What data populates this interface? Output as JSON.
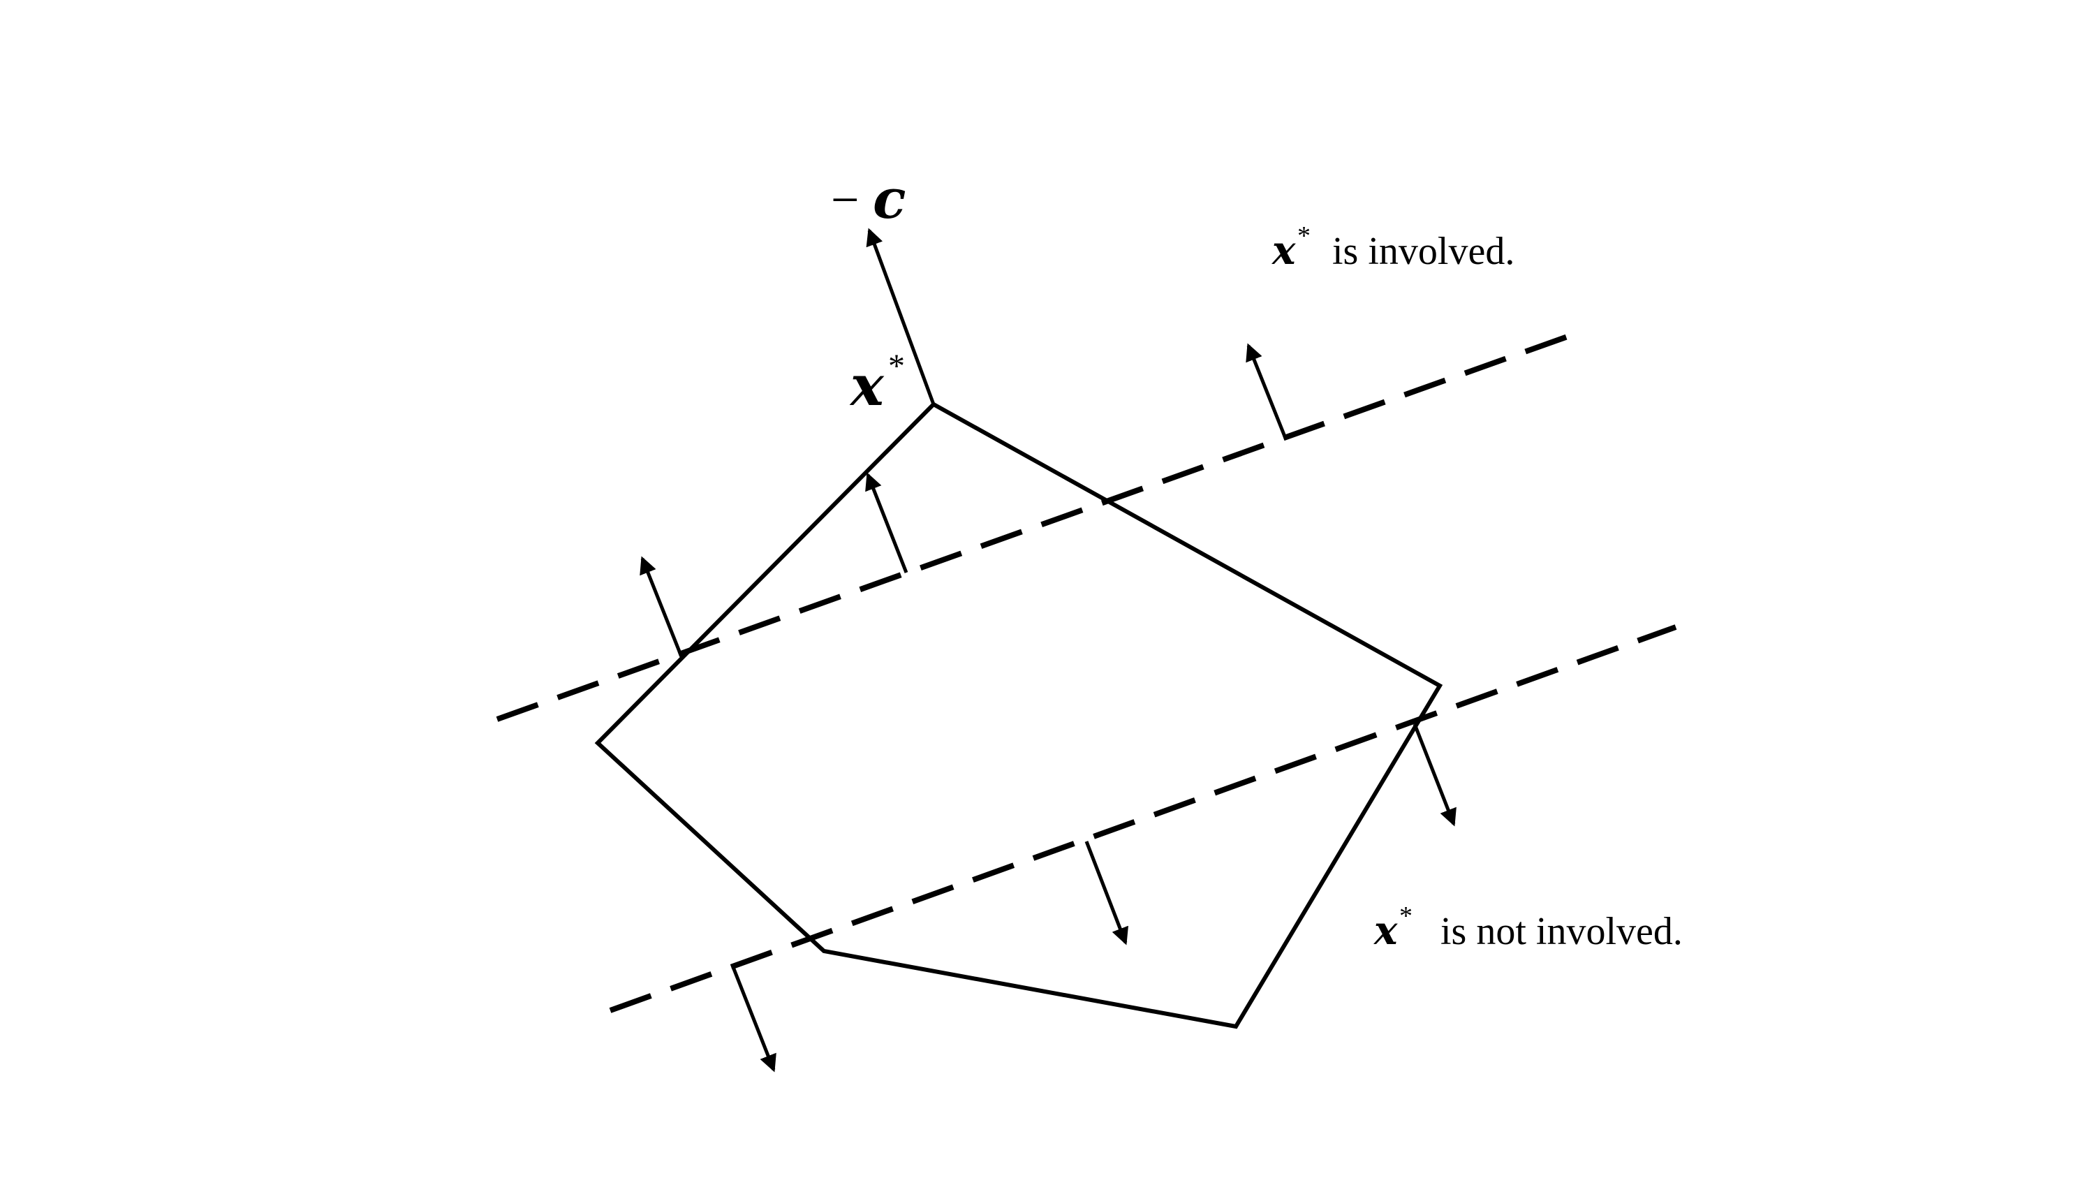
{
  "labels": {
    "neg_c": {
      "minus": "−",
      "letter": "c"
    },
    "x_star_vertex": {
      "letter": "x",
      "star": "*"
    },
    "involved_note": {
      "letter": "x",
      "star": "*",
      "text": "is involved."
    },
    "not_involved_note": {
      "letter": "x",
      "star": "*",
      "text": "is not involved."
    }
  },
  "colors": {
    "stroke": "#000000",
    "background": "#ffffff"
  }
}
